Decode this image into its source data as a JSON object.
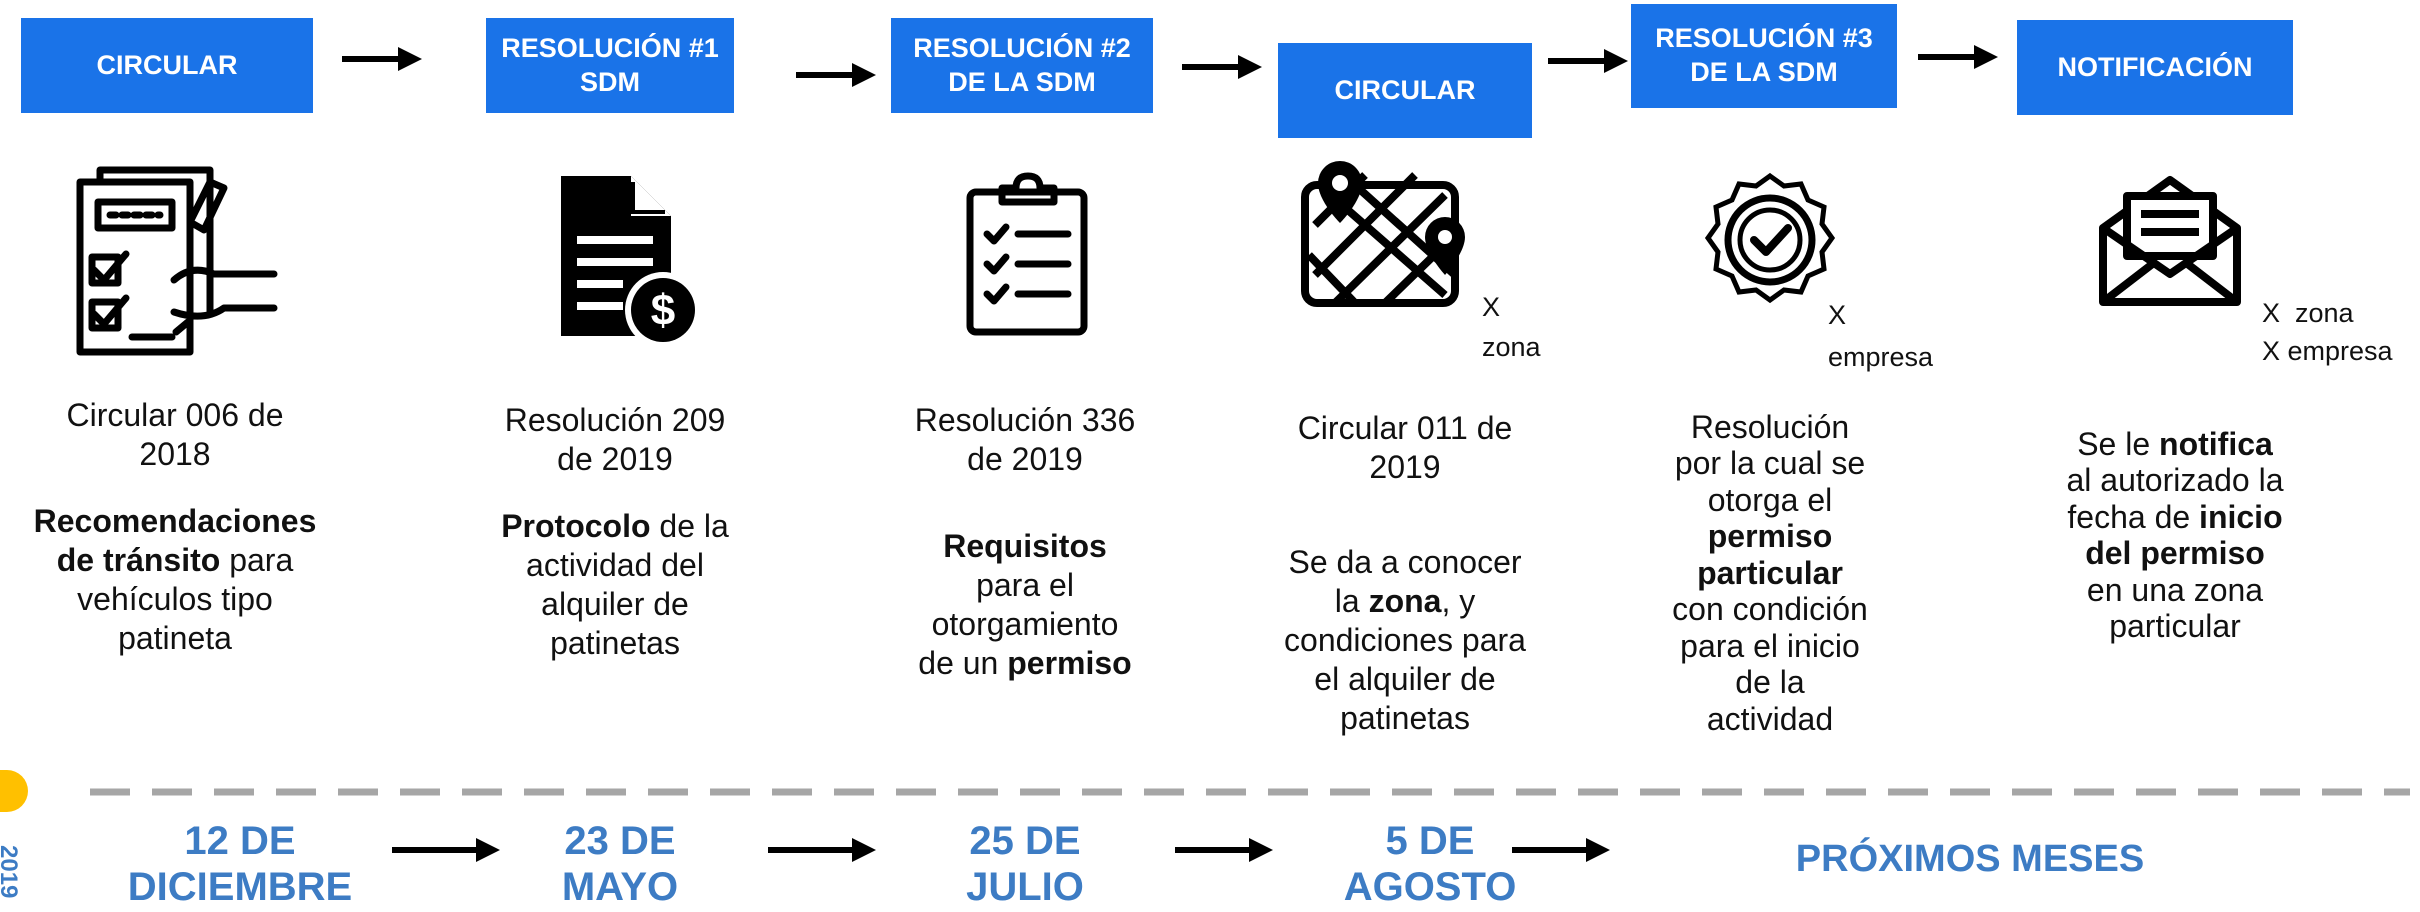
{
  "steps": [
    {
      "label": "CIRCULAR"
    },
    {
      "label_line1": "RESOLUCIÓN #1",
      "label_line2": "SDM"
    },
    {
      "label_line1": "RESOLUCIÓN #2",
      "label_line2": "DE LA SDM"
    },
    {
      "label": "CIRCULAR"
    },
    {
      "label_line1": "RESOLUCIÓN #3",
      "label_line2": "DE LA SDM"
    },
    {
      "label": "NOTIFICACIÓN"
    }
  ],
  "icons": [
    {
      "name": "checklist-signing-icon"
    },
    {
      "name": "document-dollar-icon"
    },
    {
      "name": "clipboard-checklist-icon"
    },
    {
      "name": "map-pins-icon"
    },
    {
      "name": "badge-check-icon"
    },
    {
      "name": "envelope-letter-icon"
    }
  ],
  "notes": {
    "zona_x": "X",
    "zona": "zona",
    "empresa_x": "X",
    "empresa": "empresa",
    "notif_line1": "X  zona",
    "notif_line2": "X empresa"
  },
  "descriptions": {
    "d1": {
      "title_line1": "Circular 006 de",
      "title_line2": "2018",
      "bold1": "Recomendaciones",
      "bold2": "de tránsito",
      "rest2": " para",
      "line3": "vehículos tipo",
      "line4": "patineta"
    },
    "d2": {
      "title_line1": "Resolución 209",
      "title_line2": "de 2019",
      "bold1": "Protocolo",
      "rest1": " de la",
      "line2": "actividad del",
      "line3": "alquiler de",
      "line4": "patinetas"
    },
    "d3": {
      "title_line1": "Resolución 336",
      "title_line2": "de 2019",
      "bold1": "Requisitos",
      "line2": "para el",
      "line3": "otorgamiento",
      "line4_pre": "de un ",
      "bold4": "permiso"
    },
    "d4": {
      "title_line1": "Circular 011 de",
      "title_line2": "2019",
      "line1": "Se da a conocer",
      "line2_pre": "la ",
      "bold2": "zona",
      "line2_post": ", y",
      "line3": "condiciones para",
      "line4": "el alquiler de",
      "line5": "patinetas"
    },
    "d5": {
      "line1": "Resolución",
      "line2": "por la cual se",
      "line3": "otorga el",
      "bold4": "permiso",
      "bold5": "particular",
      "line6": "con condición",
      "line7": "para el inicio",
      "line8": "de la",
      "line9": "actividad"
    },
    "d6": {
      "line1_pre": "Se le ",
      "bold1": "notifica",
      "line2": "al autorizado la",
      "line3_pre": "fecha de ",
      "bold3": "inicio",
      "bold4": "del permiso",
      "line5": "en una zona",
      "line6": "particular"
    }
  },
  "dates": [
    {
      "line1": "12 DE",
      "line2": "DICIEMBRE"
    },
    {
      "line1": "23 DE",
      "line2": "MAYO"
    },
    {
      "line1": "25 DE",
      "line2": "JULIO"
    },
    {
      "line1": "5 DE",
      "line2": "AGOSTO"
    },
    {
      "line1": "PRÓXIMOS MESES"
    }
  ],
  "side_label": "2019",
  "colors": {
    "box": "#1a73e8",
    "date": "#3d7cc4",
    "dot": "#ffc000",
    "dash": "#a6a6a6"
  }
}
